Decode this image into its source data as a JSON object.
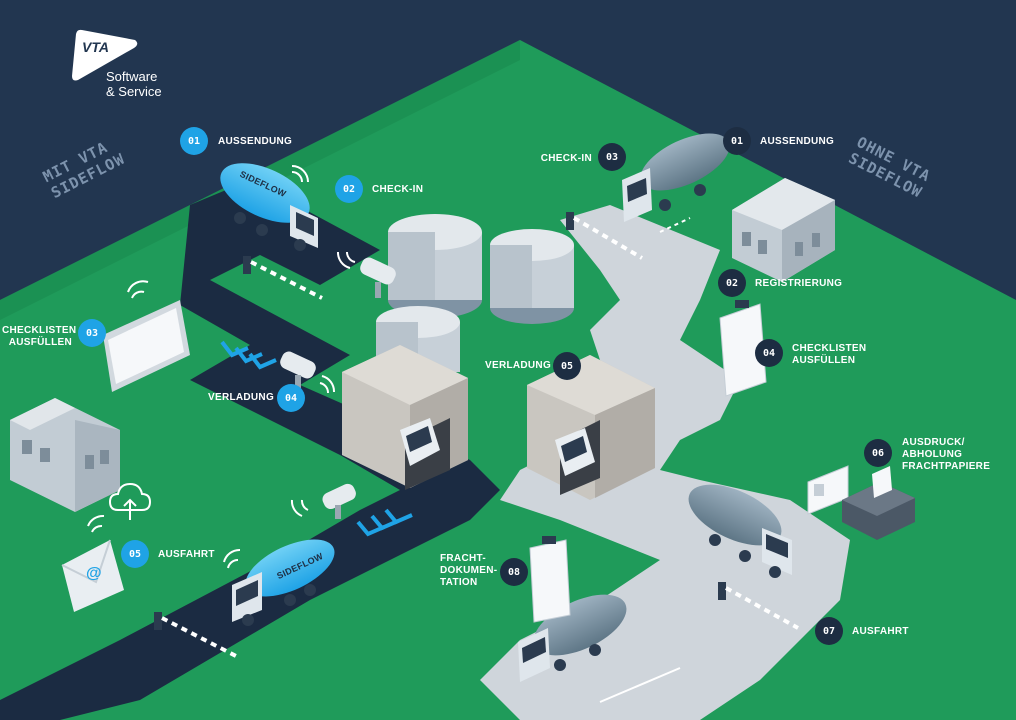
{
  "logo": {
    "mark": "VTA",
    "line1": "Software",
    "line2": "& Service"
  },
  "headings": {
    "left": [
      "MIT VTA",
      "SIDEFLOW"
    ],
    "right": [
      "OHNE VTA",
      "SIDEFLOW"
    ]
  },
  "truck_brand": "SIDEFLOW",
  "left_steps": [
    {
      "num": "01",
      "label": [
        "AUSSENDUNG"
      ]
    },
    {
      "num": "02",
      "label": [
        "CHECK-IN"
      ]
    },
    {
      "num": "03",
      "label": [
        "CHECKLISTEN",
        "AUSFÜLLEN"
      ]
    },
    {
      "num": "04",
      "label": [
        "VERLADUNG"
      ]
    },
    {
      "num": "05",
      "label": [
        "AUSFAHRT"
      ]
    }
  ],
  "right_steps": [
    {
      "num": "01",
      "label": [
        "AUSSENDUNG"
      ]
    },
    {
      "num": "02",
      "label": [
        "REGISTRIERUNG"
      ]
    },
    {
      "num": "03",
      "label": [
        "CHECK-IN"
      ]
    },
    {
      "num": "04",
      "label": [
        "CHECKLISTEN",
        "AUSFÜLLEN"
      ]
    },
    {
      "num": "05",
      "label": [
        "VERLADUNG"
      ]
    },
    {
      "num": "06",
      "label": [
        "AUSDRUCK/",
        "ABHOLUNG",
        "FRACHTPAPIERE"
      ]
    },
    {
      "num": "07",
      "label": [
        "AUSFAHRT"
      ]
    },
    {
      "num": "08",
      "label": [
        "FRACHT-",
        "DOKUMEN-",
        "TATION"
      ]
    }
  ],
  "email_symbol": "@",
  "colors": {
    "background": "#223650",
    "ground": "#1f9b5a",
    "ground_shadow": "#17814a",
    "road_dark": "#1b2b42",
    "road_light": "#cfd5db",
    "accent_blue": "#1fa3e6",
    "badge_dark": "#1d2d42"
  },
  "icons": [
    "vta-logo-icon",
    "truck-icon",
    "tanker-icon",
    "barrier-icon",
    "camera-icon",
    "tablet-icon",
    "clipboard-icon",
    "printer-icon",
    "envelope-icon",
    "cloud-upload-icon",
    "silo-icon",
    "warehouse-icon",
    "wifi-icon"
  ]
}
